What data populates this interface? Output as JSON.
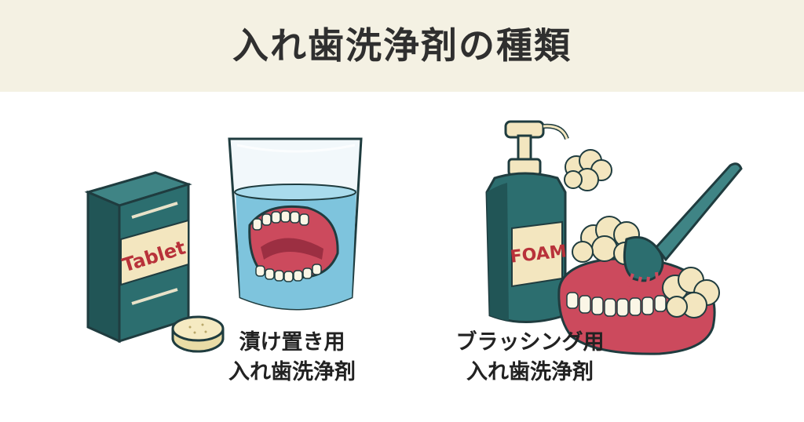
{
  "title": "入れ歯洗浄剤の種類",
  "left": {
    "box_label": "Tablet",
    "caption_line1": "漬け置き用",
    "caption_line2": "入れ歯洗浄剤"
  },
  "right": {
    "bottle_label": "FOAM",
    "caption_line1": "ブラッシング用",
    "caption_line2": "入れ歯洗浄剤"
  },
  "colors": {
    "header_bg": "#f4f1e3",
    "teal": "#2c6e6f",
    "label_cream": "#f3e6bf",
    "gum_pink": "#cc4a5d",
    "water_blue": "#7ec4dd"
  }
}
